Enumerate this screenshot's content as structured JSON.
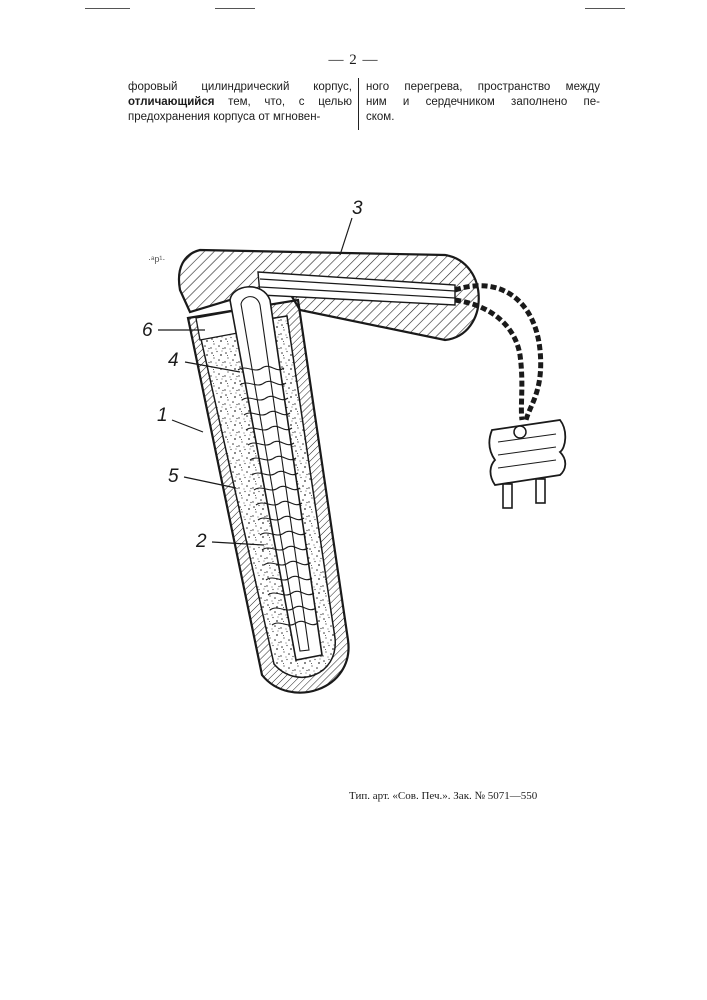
{
  "page": {
    "number": "— 2 —"
  },
  "text": {
    "left_column": [
      {
        "pre": "форовый цилиндрический корпус,",
        "bold": "",
        "post": ""
      },
      {
        "pre": "",
        "bold": "отличающийся",
        "post": " тем, что, с целью"
      },
      {
        "pre": "предохранения корпуса от мгновен-",
        "bold": "",
        "post": ""
      }
    ],
    "right_column": [
      "ного перегрева, пространство между",
      "ним и сердечником заполнено пе-",
      "ском."
    ]
  },
  "figure": {
    "labels": {
      "l1": "1",
      "l2": "2",
      "l3": "3",
      "l4": "4",
      "l5": "5",
      "l6": "6"
    }
  },
  "imprint": "Тип. арт. «Сов. Печ.». Зак. № 5071—550"
}
